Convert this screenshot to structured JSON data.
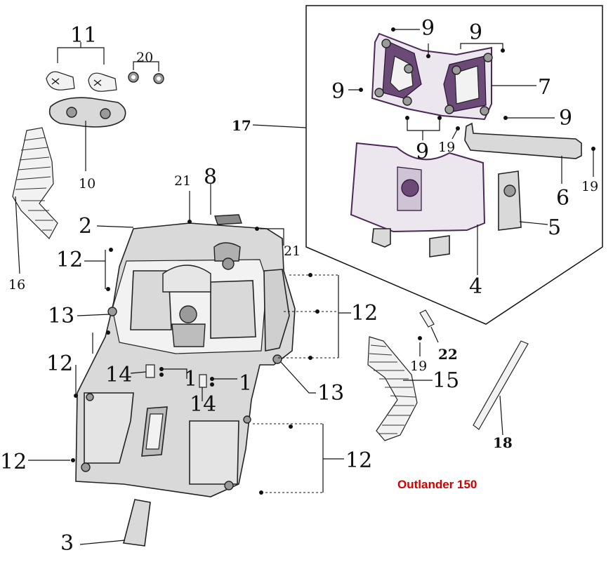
{
  "model_label": "Outlander 150",
  "colors": {
    "model_label": "#d40000",
    "inset_part_tint": "#6b4a78"
  },
  "callouts": {
    "c1a": "1",
    "c1b": "1",
    "c2": "2",
    "c3": "3",
    "c4": "4",
    "c5": "5",
    "c6": "6",
    "c7": "7",
    "c8": "8",
    "c9a": "9",
    "c9b": "9",
    "c9c": "9",
    "c9d": "9",
    "c9e": "9",
    "c10": "10",
    "c11": "11",
    "c12a": "12",
    "c12b": "12",
    "c12c": "12",
    "c12d": "12",
    "c12e": "12",
    "c13a": "13",
    "c13b": "13",
    "c14a": "14",
    "c14b": "14",
    "c15": "15",
    "c16": "16",
    "c17": "17",
    "c18": "18",
    "c19a": "19",
    "c19b": "19",
    "c19c": "19",
    "c20": "20",
    "c21a": "21",
    "c21b": "21",
    "c22": "22"
  }
}
